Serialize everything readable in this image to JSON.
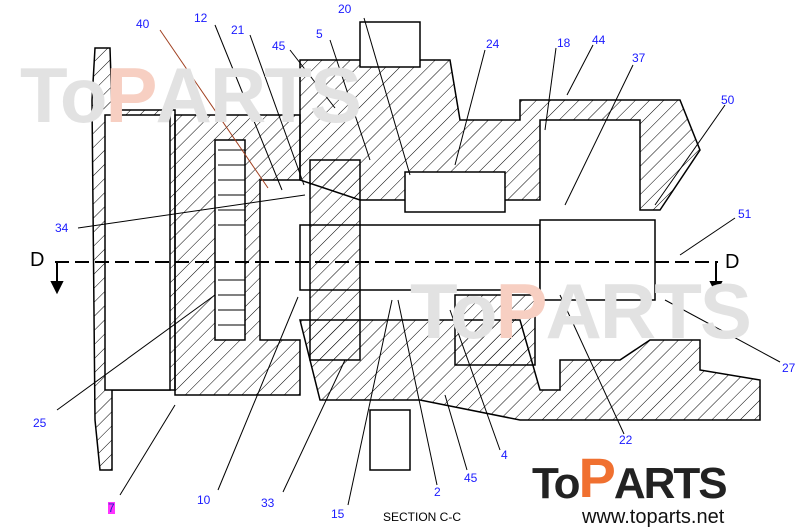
{
  "diagram": {
    "section_title": "SECTION C-C",
    "section_markers": [
      "D",
      "D"
    ],
    "callouts": [
      "40",
      "12",
      "21",
      "45",
      "5",
      "20",
      "24",
      "18",
      "44",
      "37",
      "50",
      "51",
      "34",
      "25",
      "7",
      "10",
      "33",
      "15",
      "2",
      "45",
      "4",
      "22",
      "27"
    ]
  },
  "branding": {
    "logo_text": "TOPARTS",
    "logo_parts": [
      "To",
      "P",
      "ARTS"
    ],
    "url": "www.toparts.net",
    "accent_color": "#f07030"
  }
}
